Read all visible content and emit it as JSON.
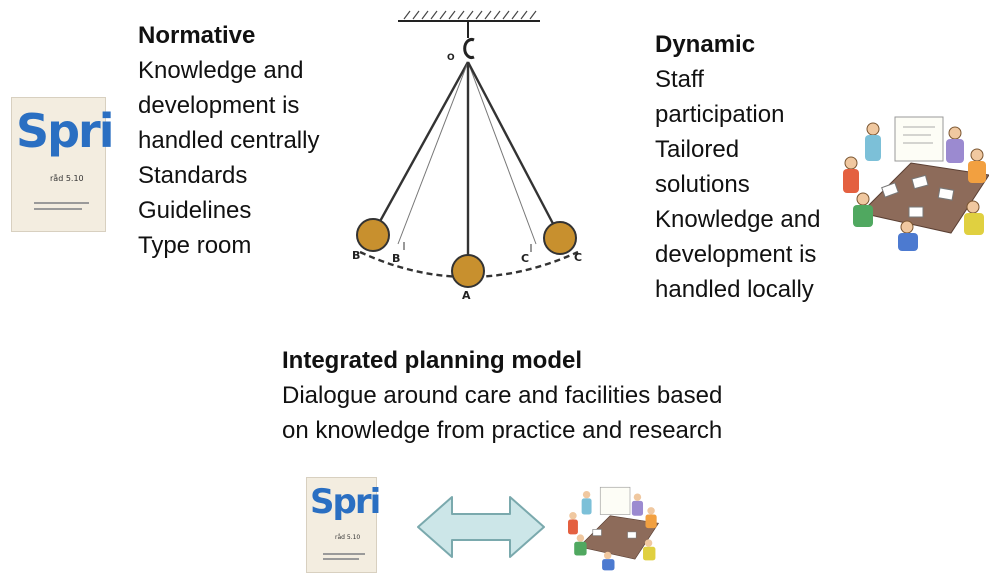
{
  "normative": {
    "heading": "Normative",
    "lines": [
      "Knowledge and",
      "development is",
      "handled centrally",
      "Standards",
      "Guidelines",
      "Type room"
    ]
  },
  "dynamic": {
    "heading": "Dynamic",
    "lines": [
      "Staff",
      "participation",
      "Tailored",
      "solutions",
      "Knowledge and",
      "development is",
      "handled locally"
    ]
  },
  "integrated": {
    "heading": "Integrated planning model",
    "lines": [
      "Dialogue around care and facilities based",
      "on knowledge from practice and research"
    ]
  },
  "pendulum": {
    "pivot_label": "O",
    "labels": [
      "B",
      "B",
      "A",
      "C",
      "C"
    ],
    "bob_color": "#c8902e",
    "string_color": "#333333"
  },
  "spri_book": {
    "logo": "Spri",
    "subtitle": "råd 5.10"
  },
  "arrow_color": "#cce6e8",
  "arrow_stroke": "#7aa9ad",
  "icons": [
    "spri-book-icon",
    "meeting-group-icon",
    "double-arrow-icon"
  ]
}
